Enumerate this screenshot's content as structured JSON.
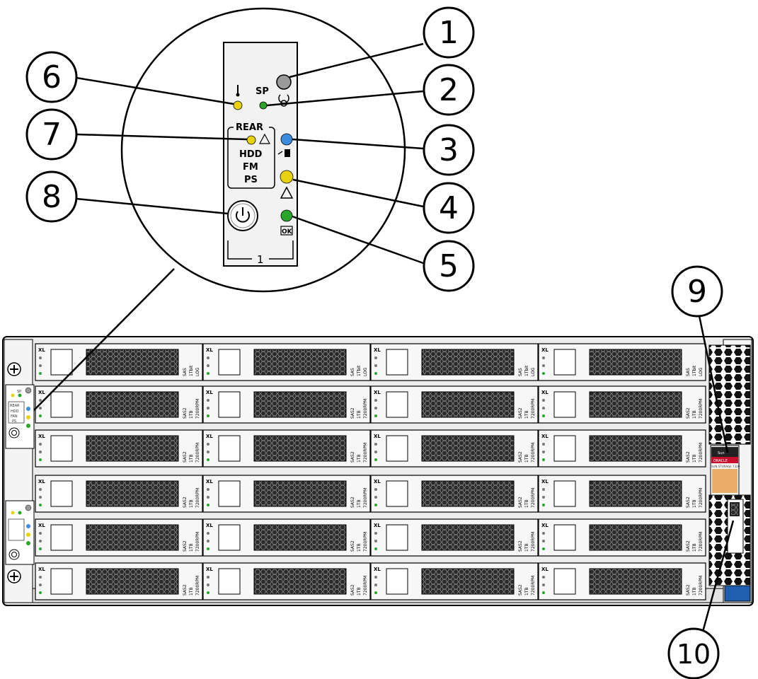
{
  "callouts": [
    "1",
    "2",
    "3",
    "4",
    "5",
    "6",
    "7",
    "8",
    "9",
    "10"
  ],
  "indicator_panel": {
    "sp_label": "SP",
    "rear_label": "REAR",
    "hdd_label": "HDD",
    "fm_label": "FM",
    "ps_label": "PS",
    "ok_label": "OK",
    "module_number": "1"
  },
  "mini_panel": {
    "sp_label": "SP",
    "rear_label": "REAR",
    "hdd_label": "HDD",
    "fan_label": "FAN",
    "ps_label": "PS"
  },
  "drive_bay": {
    "xl_label": "XL",
    "top_row_tag": "SAS",
    "top_row_size": "1Tbit",
    "top_row_tag2": "LOG",
    "row_tag": "SAS2",
    "row_size": "1TB",
    "row_tag2": "7200RPM"
  },
  "rack_label": {
    "brand_top": "Sun",
    "brand": "ORACLE",
    "model": "SUN STORAGE 7320"
  },
  "colors": {
    "led_amber": "#e8d10d",
    "led_green": "#2aa52a",
    "led_blue": "#3a8ddd",
    "led_gray": "#9a9a9a",
    "chassis": "#ececec",
    "label_red": "#c8102e"
  }
}
